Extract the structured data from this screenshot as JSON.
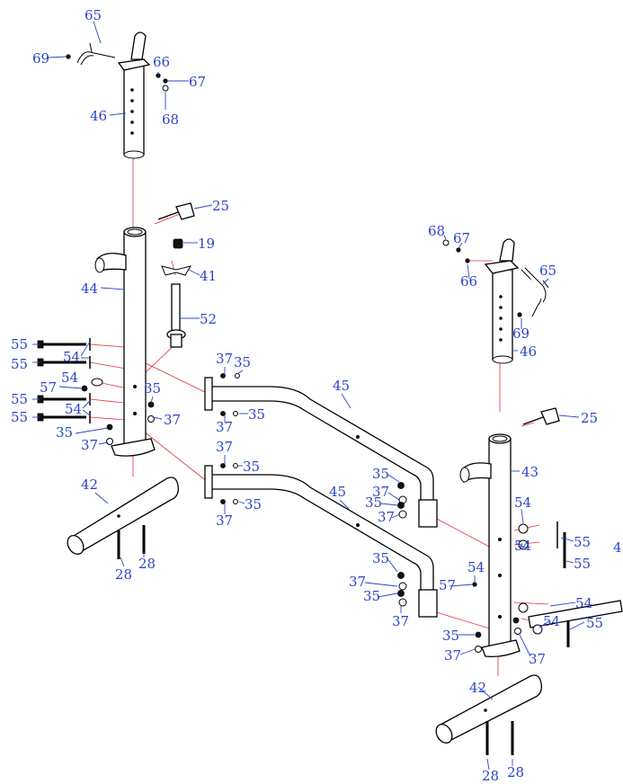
{
  "colors": {
    "label": "#2b46c8",
    "assembly_line": "#e0303a",
    "part": "#000000"
  },
  "labels": [
    {
      "id": "l1",
      "text": "65"
    },
    {
      "id": "l2",
      "text": "69"
    },
    {
      "id": "l3",
      "text": "66"
    },
    {
      "id": "l4",
      "text": "67"
    },
    {
      "id": "l5",
      "text": "68"
    },
    {
      "id": "l6",
      "text": "46"
    },
    {
      "id": "l7",
      "text": "25"
    },
    {
      "id": "l8",
      "text": "19"
    },
    {
      "id": "l9",
      "text": "41"
    },
    {
      "id": "l10",
      "text": "44"
    },
    {
      "id": "l11",
      "text": "52"
    },
    {
      "id": "l12",
      "text": "55"
    },
    {
      "id": "l13",
      "text": "55"
    },
    {
      "id": "l14",
      "text": "54"
    },
    {
      "id": "l15",
      "text": "54"
    },
    {
      "id": "l16",
      "text": "57"
    },
    {
      "id": "l17",
      "text": "55"
    },
    {
      "id": "l18",
      "text": "55"
    },
    {
      "id": "l19",
      "text": "54"
    },
    {
      "id": "l20",
      "text": "35"
    },
    {
      "id": "l21",
      "text": "37"
    },
    {
      "id": "l22",
      "text": "35"
    },
    {
      "id": "l23",
      "text": "37"
    },
    {
      "id": "l24",
      "text": "37"
    },
    {
      "id": "l25",
      "text": "35"
    },
    {
      "id": "l26",
      "text": "37"
    },
    {
      "id": "l27",
      "text": "35"
    },
    {
      "id": "l28",
      "text": "45"
    },
    {
      "id": "l29",
      "text": "37"
    },
    {
      "id": "l30",
      "text": "35"
    },
    {
      "id": "l31",
      "text": "45"
    },
    {
      "id": "l32",
      "text": "37"
    },
    {
      "id": "l33",
      "text": "35"
    },
    {
      "id": "l34",
      "text": "42"
    },
    {
      "id": "l35",
      "text": "28"
    },
    {
      "id": "l36",
      "text": "28"
    },
    {
      "id": "l37",
      "text": "35"
    },
    {
      "id": "l38",
      "text": "37"
    },
    {
      "id": "l39",
      "text": "35"
    },
    {
      "id": "l40",
      "text": "37"
    },
    {
      "id": "l41",
      "text": "35"
    },
    {
      "id": "l42",
      "text": "37"
    },
    {
      "id": "l43",
      "text": "35"
    },
    {
      "id": "l44",
      "text": "37"
    },
    {
      "id": "l45",
      "text": "68"
    },
    {
      "id": "l46",
      "text": "67"
    },
    {
      "id": "l47",
      "text": "66"
    },
    {
      "id": "l48",
      "text": "65"
    },
    {
      "id": "l49",
      "text": "69"
    },
    {
      "id": "l50",
      "text": "46"
    },
    {
      "id": "l51",
      "text": "25"
    },
    {
      "id": "l52",
      "text": "43"
    },
    {
      "id": "l53",
      "text": "54"
    },
    {
      "id": "l54",
      "text": "55"
    },
    {
      "id": "l55",
      "text": "54"
    },
    {
      "id": "l56",
      "text": "55"
    },
    {
      "id": "l57",
      "text": "4"
    },
    {
      "id": "l58",
      "text": "57"
    },
    {
      "id": "l59",
      "text": "54"
    },
    {
      "id": "l60",
      "text": "54"
    },
    {
      "id": "l61",
      "text": "54"
    },
    {
      "id": "l62",
      "text": "55"
    },
    {
      "id": "l63",
      "text": "35"
    },
    {
      "id": "l64",
      "text": "37"
    },
    {
      "id": "l65",
      "text": "37"
    },
    {
      "id": "l66",
      "text": "42"
    },
    {
      "id": "l67",
      "text": "28"
    },
    {
      "id": "l68",
      "text": "28"
    }
  ]
}
